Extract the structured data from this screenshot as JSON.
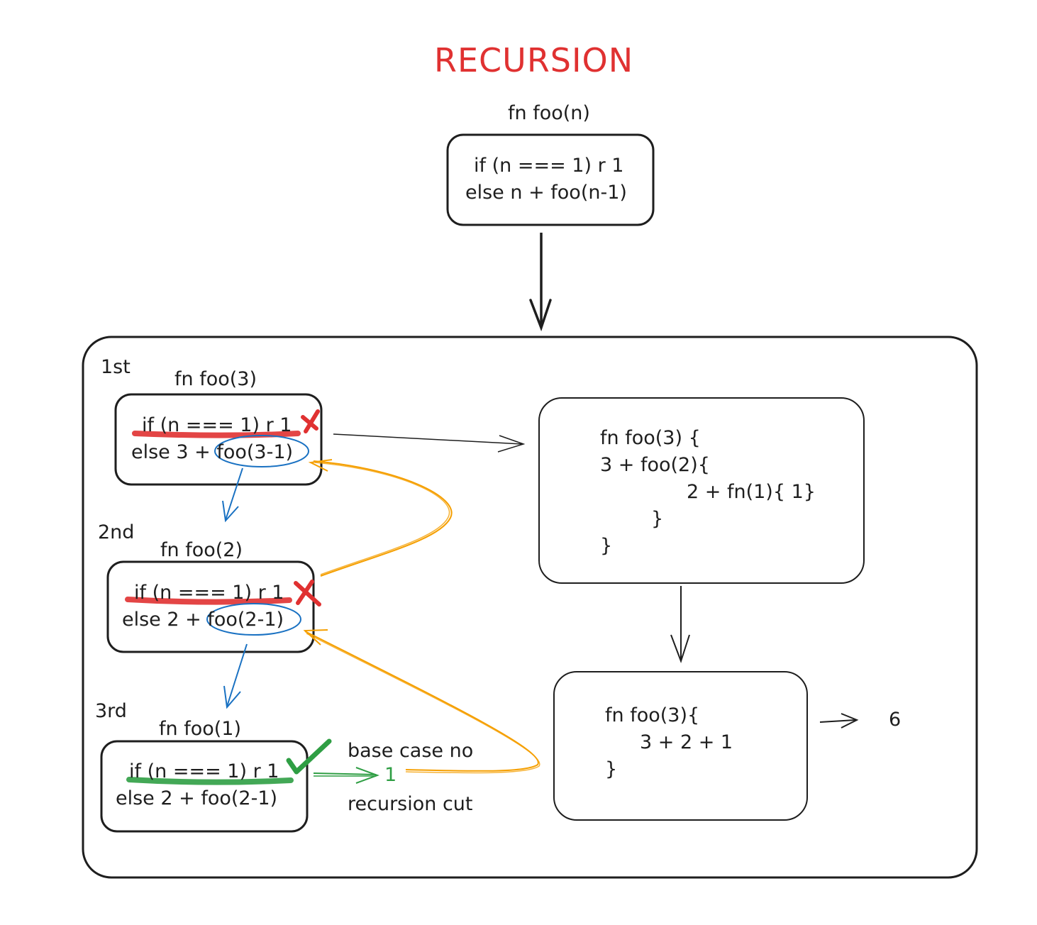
{
  "title": "RECURSION",
  "definition": {
    "label": "fn foo(n)",
    "line1": "if (n === 1) r 1",
    "line2": "else n + foo(n-1)"
  },
  "calls": [
    {
      "order": "1st",
      "label": "fn foo(3)",
      "line1": "if (n === 1) r 1",
      "line2_prefix": "else 3 + ",
      "line2_call": "foo(3-1)",
      "status": "x"
    },
    {
      "order": "2nd",
      "label": "fn foo(2)",
      "line1": "if (n === 1) r 1",
      "line2_prefix": "else 2 + ",
      "line2_call": "foo(2-1)",
      "status": "x"
    },
    {
      "order": "3rd",
      "label": "fn foo(1)",
      "line1": "if (n === 1) r 1",
      "line2_prefix": "else 2 + ",
      "line2_call": "foo(2-1)",
      "status": "check"
    }
  ],
  "base_case": {
    "top": "base case no",
    "value": "1",
    "bottom": "recursion cut"
  },
  "expansion": {
    "lines": [
      "fn foo(3) {",
      "3 + foo(2){",
      "2 + fn(1){ 1}",
      "}",
      "}"
    ]
  },
  "simplified": {
    "lines": [
      "fn foo(3){",
      "3 + 2 + 1",
      "}"
    ]
  },
  "result": "6",
  "colors": {
    "title": "#e03131",
    "fail": "#e03131",
    "success": "#2f9e44",
    "call_circle": "#1971c2",
    "return_arrow": "#f59f00",
    "ink": "#1e1e1e"
  }
}
